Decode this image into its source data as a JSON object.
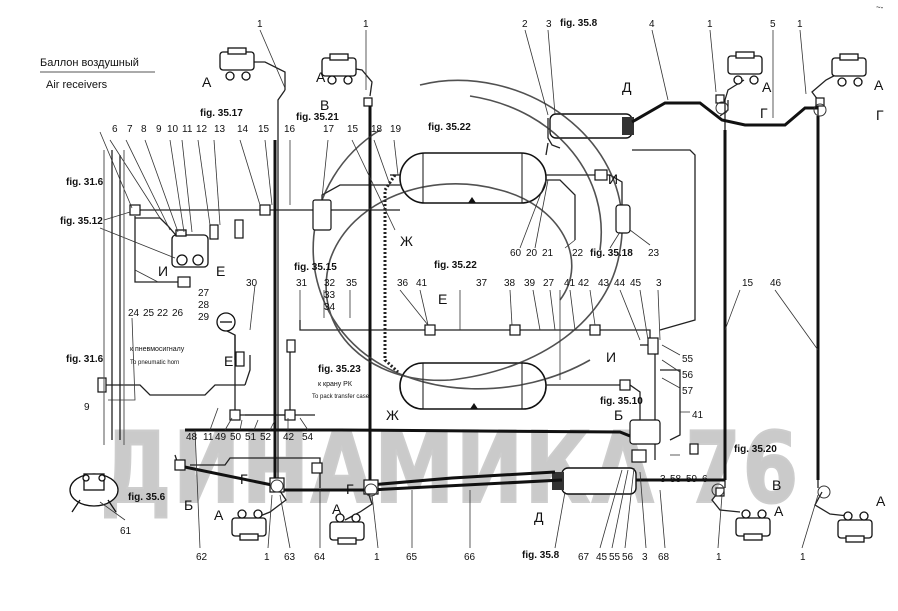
{
  "diagram": {
    "header_ru": "Баллон воздушный",
    "header_en": "Air receivers",
    "note_pneumo_ru": "к пневмосигналу",
    "note_pneumo_en": "To pneumatic horn",
    "note_rk_ru": "к крану РК",
    "note_rk_en": "To pack transfer case",
    "figure_refs": [
      "fig. 35.8",
      "fig. 35.17",
      "fig. 35.21",
      "fig. 35.22",
      "fig. 31.6",
      "fig. 35.12",
      "fig. 35.15",
      "fig. 35.18",
      "fig. 35.22",
      "fig. 31.6",
      "fig. 35.23",
      "fig. 35.10",
      "fig. 35.20",
      "fig. 35.6",
      "fig. 35.8"
    ],
    "letter_labels": [
      "А",
      "А",
      "В",
      "Д",
      "А",
      "Г",
      "А",
      "Г",
      "И",
      "Ж",
      "И",
      "Е",
      "Е",
      "Е",
      "Ж",
      "И",
      "Б",
      "Б",
      "Г",
      "Г",
      "А",
      "А",
      "Д",
      "В",
      "А",
      "А"
    ],
    "numbers_top": [
      "1",
      "1",
      "2",
      "3",
      "4",
      "1",
      "5",
      "1"
    ],
    "numbers_row1": [
      "6",
      "7",
      "8",
      "9",
      "10",
      "11",
      "12",
      "13",
      "14",
      "15",
      "16",
      "17",
      "15",
      "18",
      "19"
    ],
    "numbers_mid": [
      "60",
      "20",
      "21",
      "22",
      "23",
      "27",
      "28",
      "29",
      "24",
      "25",
      "22",
      "26",
      "30",
      "31",
      "32",
      "33",
      "34",
      "35",
      "36",
      "41",
      "37",
      "38",
      "39",
      "27",
      "41",
      "42",
      "43",
      "44",
      "45",
      "3",
      "15",
      "46",
      "55",
      "56",
      "57",
      "41",
      "9"
    ],
    "numbers_low": [
      "48",
      "11",
      "49",
      "50",
      "51",
      "52",
      "42",
      "54",
      "3",
      "58",
      "59",
      "6"
    ],
    "numbers_bottom": [
      "61",
      "62",
      "1",
      "63",
      "64",
      "1",
      "65",
      "66",
      "67",
      "45",
      "55",
      "56",
      "3",
      "68",
      "1",
      "1"
    ],
    "watermark": "ДИНАМИКА 76",
    "corner_mark": "~-"
  }
}
